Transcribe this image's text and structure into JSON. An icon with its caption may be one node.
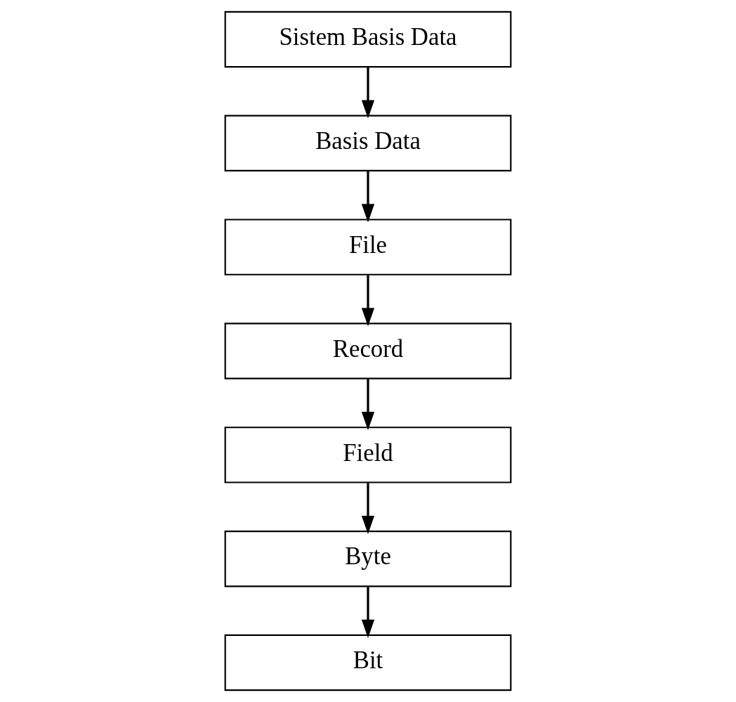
{
  "diagram": {
    "nodes": [
      {
        "text": [
          "Sistem Basis Data"
        ]
      },
      {
        "text": [
          "Basis Data"
        ]
      },
      {
        "text": [
          "File"
        ]
      },
      {
        "text": [
          "Record"
        ]
      },
      {
        "text": [
          "Field"
        ]
      },
      {
        "text": [
          "Byte"
        ]
      },
      {
        "text": [
          "Bit"
        ]
      }
    ],
    "edges": [
      {
        "from": 0,
        "to": 1,
        "arrow": "to"
      },
      {
        "from": 1,
        "to": 2,
        "arrow": "to"
      },
      {
        "from": 2,
        "to": 3,
        "arrow": "to"
      },
      {
        "from": 3,
        "to": 4,
        "arrow": "to"
      },
      {
        "from": 4,
        "to": 5,
        "arrow": "to"
      },
      {
        "from": 5,
        "to": 6,
        "arrow": "to"
      }
    ]
  }
}
